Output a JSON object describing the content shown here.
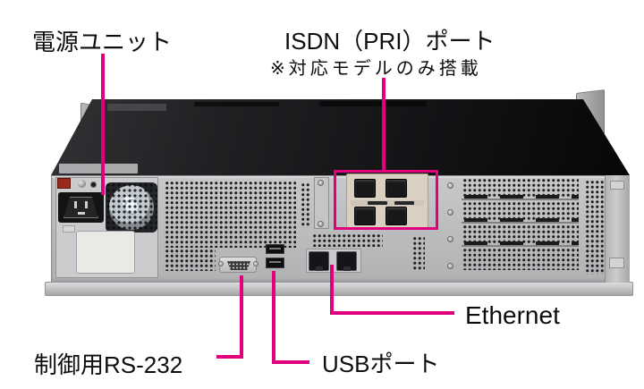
{
  "colors": {
    "accent": "#e0007d",
    "chassis_top": "#1a1a1d",
    "rear_panel": "#b9babc",
    "isdn_card": "#d9d0c2",
    "port_dark": "#17181a",
    "background": "#ffffff"
  },
  "labels": {
    "power_unit": "電源ユニット",
    "isdn_port": "ISDN（PRI）ポート",
    "isdn_note": "※対応モデルのみ搭載",
    "rs232_control": "制御用RS-232",
    "usb_port": "USBポート",
    "ethernet": "Ethernet"
  },
  "hardware": {
    "isdn_jack_count": 4,
    "usb_port_count": 2,
    "ethernet_port_count": 2,
    "pci_slot_cover_count": 4
  }
}
